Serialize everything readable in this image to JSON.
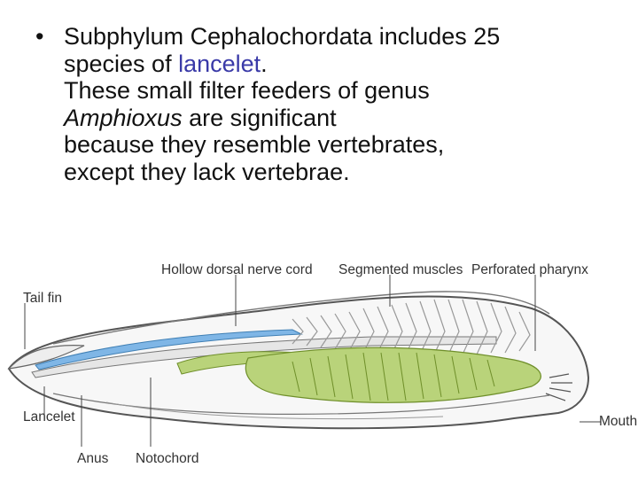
{
  "slide": {
    "bullet": "•",
    "line1": "Subphylum Cephalochordata includes 25",
    "line2_before": "species of ",
    "line2_link": "lancelet",
    "line2_after": ".",
    "line3": "These small filter feeders of genus",
    "line4_italic": "Amphioxus",
    "line4_after": " are significant",
    "line5": "because they resemble vertebrates,",
    "line6": "except they lack vertebrae."
  },
  "diagram": {
    "labels": {
      "hollow_dorsal_nerve_cord": "Hollow dorsal nerve cord",
      "segmented_muscles": "Segmented muscles",
      "perforated_pharynx": "Perforated pharynx",
      "tail_fin": "Tail fin",
      "lancelet": "Lancelet",
      "mouth": "Mouth",
      "anus": "Anus",
      "notochord": "Notochord"
    },
    "colors": {
      "nerve_cord": "#7fb6e6",
      "pharynx_gut": "#b9d37a",
      "body_outline": "#555555",
      "label_text": "#333333"
    }
  }
}
